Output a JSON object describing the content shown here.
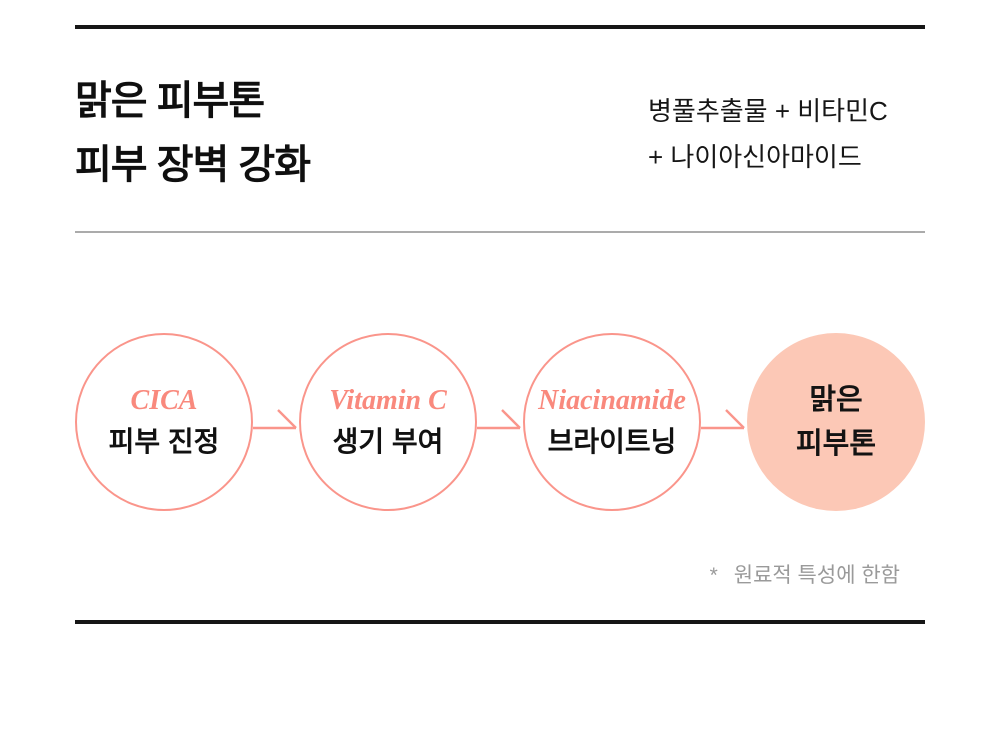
{
  "header": {
    "title_line1": "맑은 피부톤",
    "title_line2": "피부 장벽 강화",
    "ingredients_line1": "병풀추출물 + 비타민C",
    "ingredients_line2": "+ 나이아신아마이드"
  },
  "flow": {
    "steps": [
      {
        "name": "CICA",
        "label": "피부 진정",
        "filled": false
      },
      {
        "name": "Vitamin C",
        "label": "생기 부여",
        "filled": false
      },
      {
        "name": "Niacinamide",
        "label": "브라이트닝",
        "filled": false
      },
      {
        "name": "",
        "label": "맑은 피부톤",
        "label_line1": "맑은",
        "label_line2": "피부톤",
        "filled": true
      }
    ],
    "arrow_icon": "rightwards-half-arrow"
  },
  "footnote": {
    "marker": "*",
    "text": "원료적 특성에 한함"
  },
  "colors": {
    "accent_stroke": "#fa958b",
    "accent_text": "#f9897d",
    "accent_fill": "#fcc8b6",
    "text": "#111111",
    "muted": "#9a9a9a",
    "divider": "#ababab",
    "border": "#161616"
  }
}
